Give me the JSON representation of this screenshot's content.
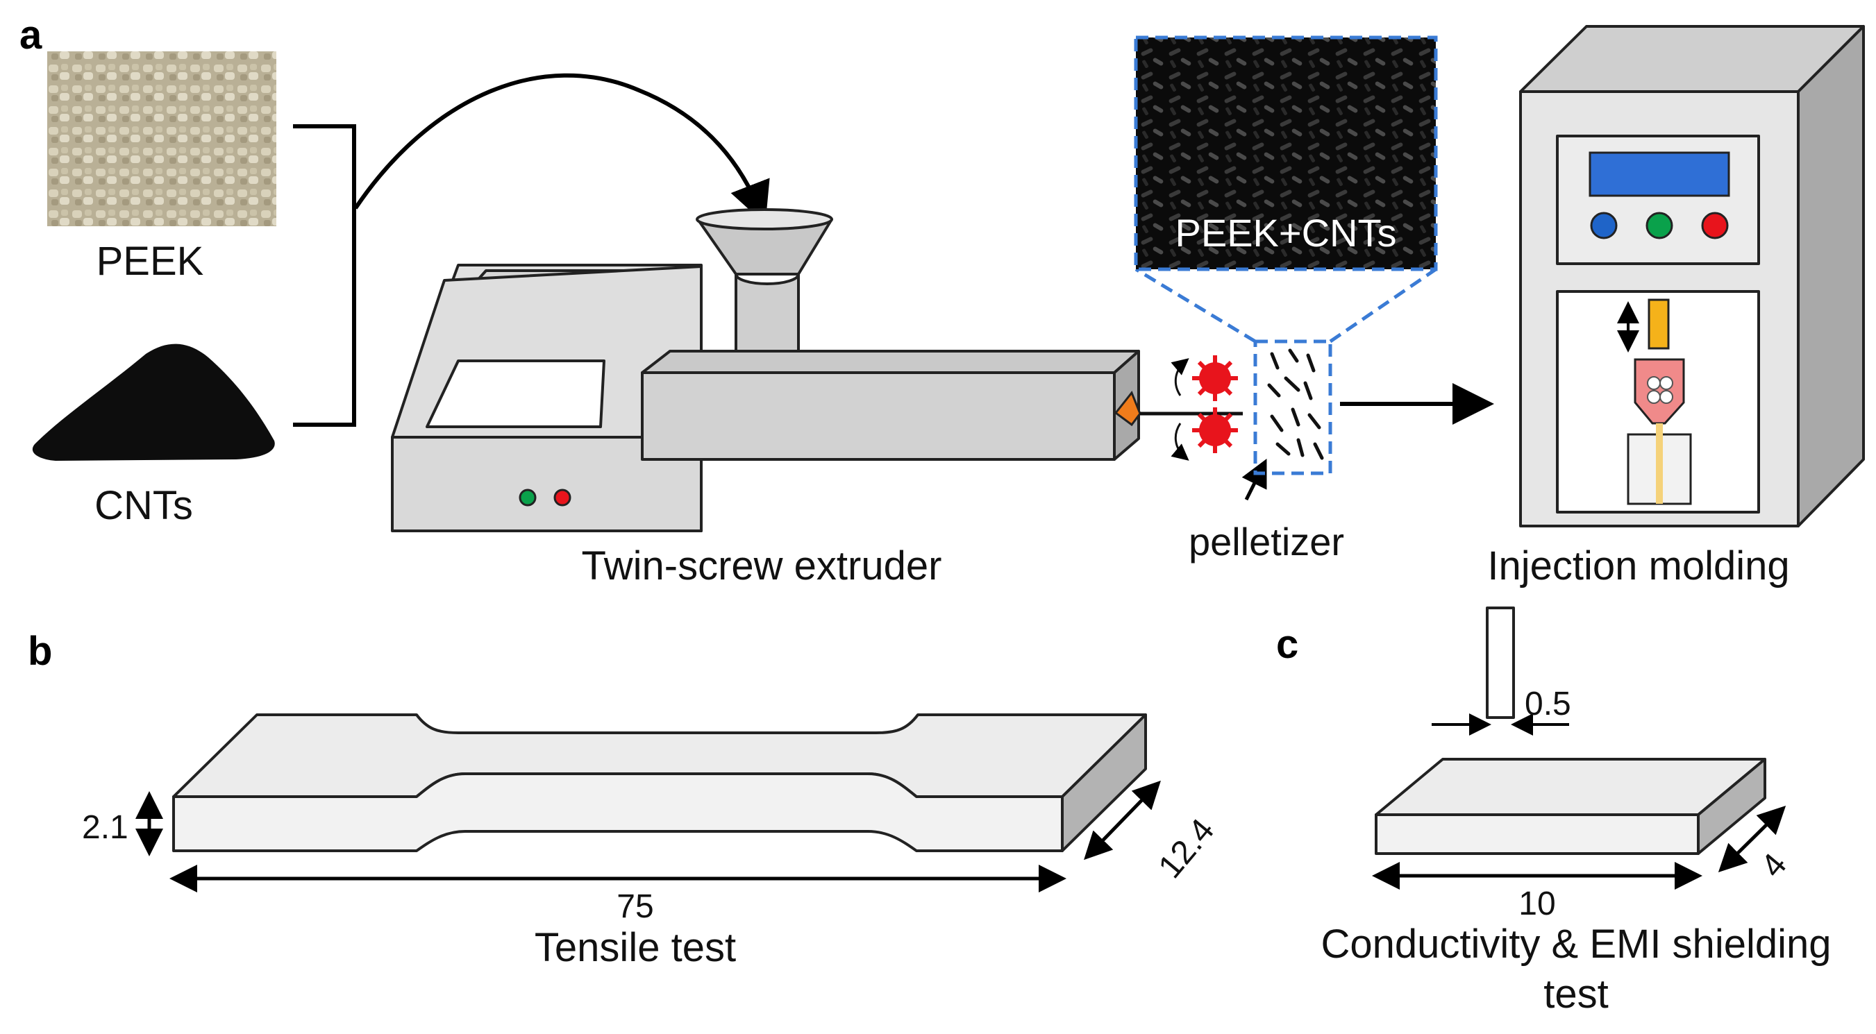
{
  "panels": {
    "a": "a",
    "b": "b",
    "c": "c"
  },
  "materials": {
    "peek": "PEEK",
    "cnts": "CNTs",
    "inset": "PEEK+CNTs"
  },
  "steps": {
    "extruder": "Twin-screw extruder",
    "pelletizer": "pelletizer",
    "injection": "Injection molding"
  },
  "tensile": {
    "thickness": "2.1",
    "width": "12.4",
    "length": "75",
    "caption": "Tensile test"
  },
  "conductivity": {
    "thickness": "0.5",
    "width": "4",
    "length": "10",
    "caption_line1": "Conductivity & EMI shielding",
    "caption_line2": "test"
  },
  "colors": {
    "machine_gray": "#d9d9d9",
    "machine_side": "#bdbdbd",
    "screen_blue": "#2f6fd6",
    "pellet_red": "#e8141c",
    "nozzle_orange": "#f07c1b",
    "button_green": "#0aa14b",
    "button_red": "#e8141c",
    "button_blue": "#1f64c8",
    "dash_blue": "#3a7bd5",
    "mold_yellow": "#f5b21a",
    "mold_pink": "#f08a8a"
  }
}
